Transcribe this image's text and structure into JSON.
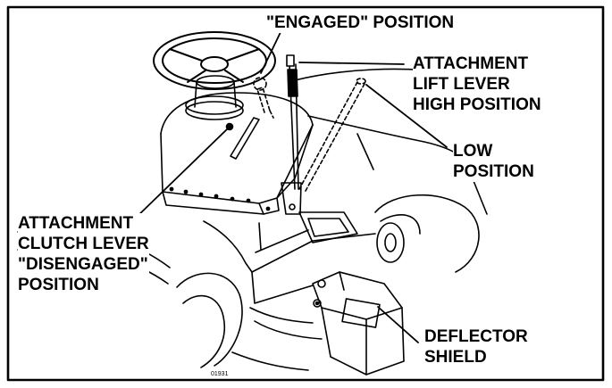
{
  "labels": {
    "engaged": "\"ENGAGED\" POSITION",
    "lift_lever": [
      "ATTACHMENT",
      "LIFT LEVER",
      "HIGH POSITION"
    ],
    "low_position": [
      "LOW",
      "POSITION"
    ],
    "clutch_lever": [
      "ATTACHMENT",
      "CLUTCH LEVER",
      "\"DISENGAGED\"",
      "POSITION"
    ],
    "deflector": [
      "DEFLECTOR",
      "SHIELD"
    ],
    "figure_number": "01931"
  }
}
